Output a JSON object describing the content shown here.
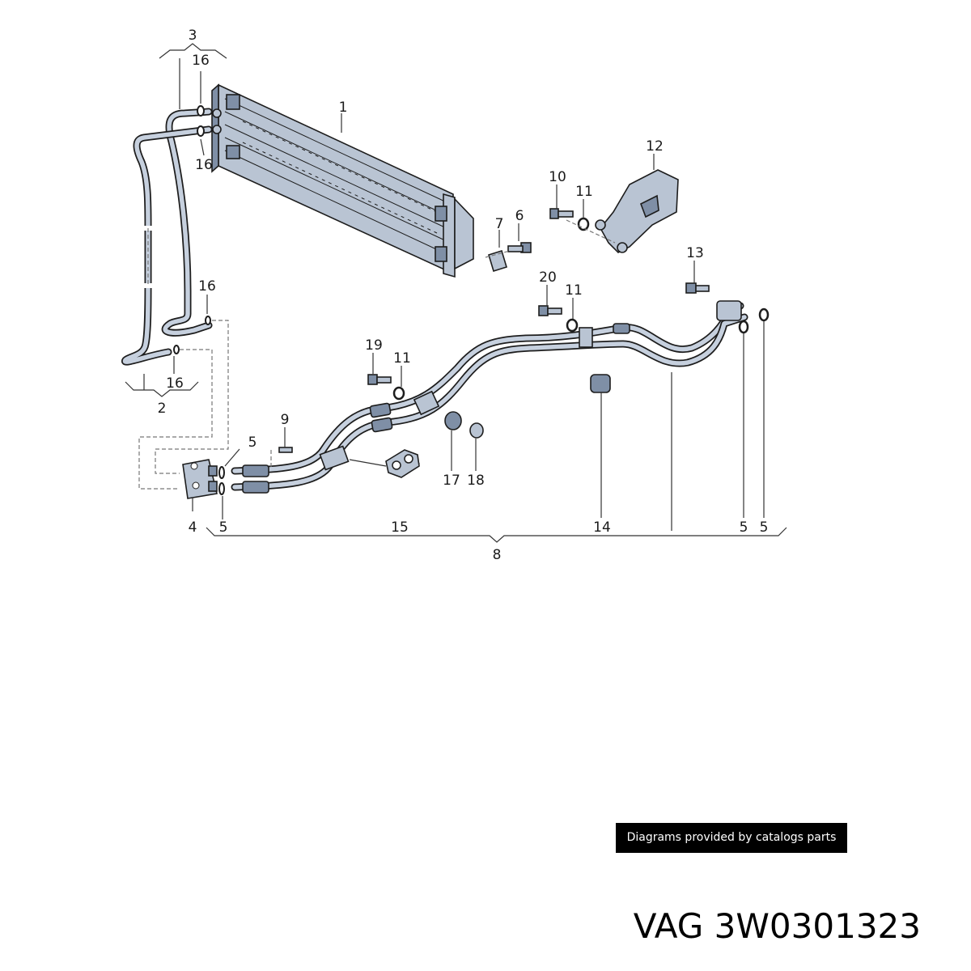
{
  "diagram": {
    "callouts": {
      "c1": "1",
      "c2": "2",
      "c3": "3",
      "c4": "4",
      "c5a": "5",
      "c5b": "5",
      "c5c": "5",
      "c5d": "5",
      "c6": "6",
      "c7": "7",
      "c8": "8",
      "c9": "9",
      "c10": "10",
      "c11a": "11",
      "c11b": "11",
      "c11c": "11",
      "c12": "12",
      "c13": "13",
      "c14": "14",
      "c15": "15",
      "c16a": "16",
      "c16b": "16",
      "c16c": "16",
      "c16d": "16",
      "c17": "17",
      "c18": "18",
      "c19": "19",
      "c20": "20"
    }
  },
  "credit": {
    "text": "Diagrams provided by catalogs parts"
  },
  "part": {
    "title": "VAG 3W0301323"
  }
}
